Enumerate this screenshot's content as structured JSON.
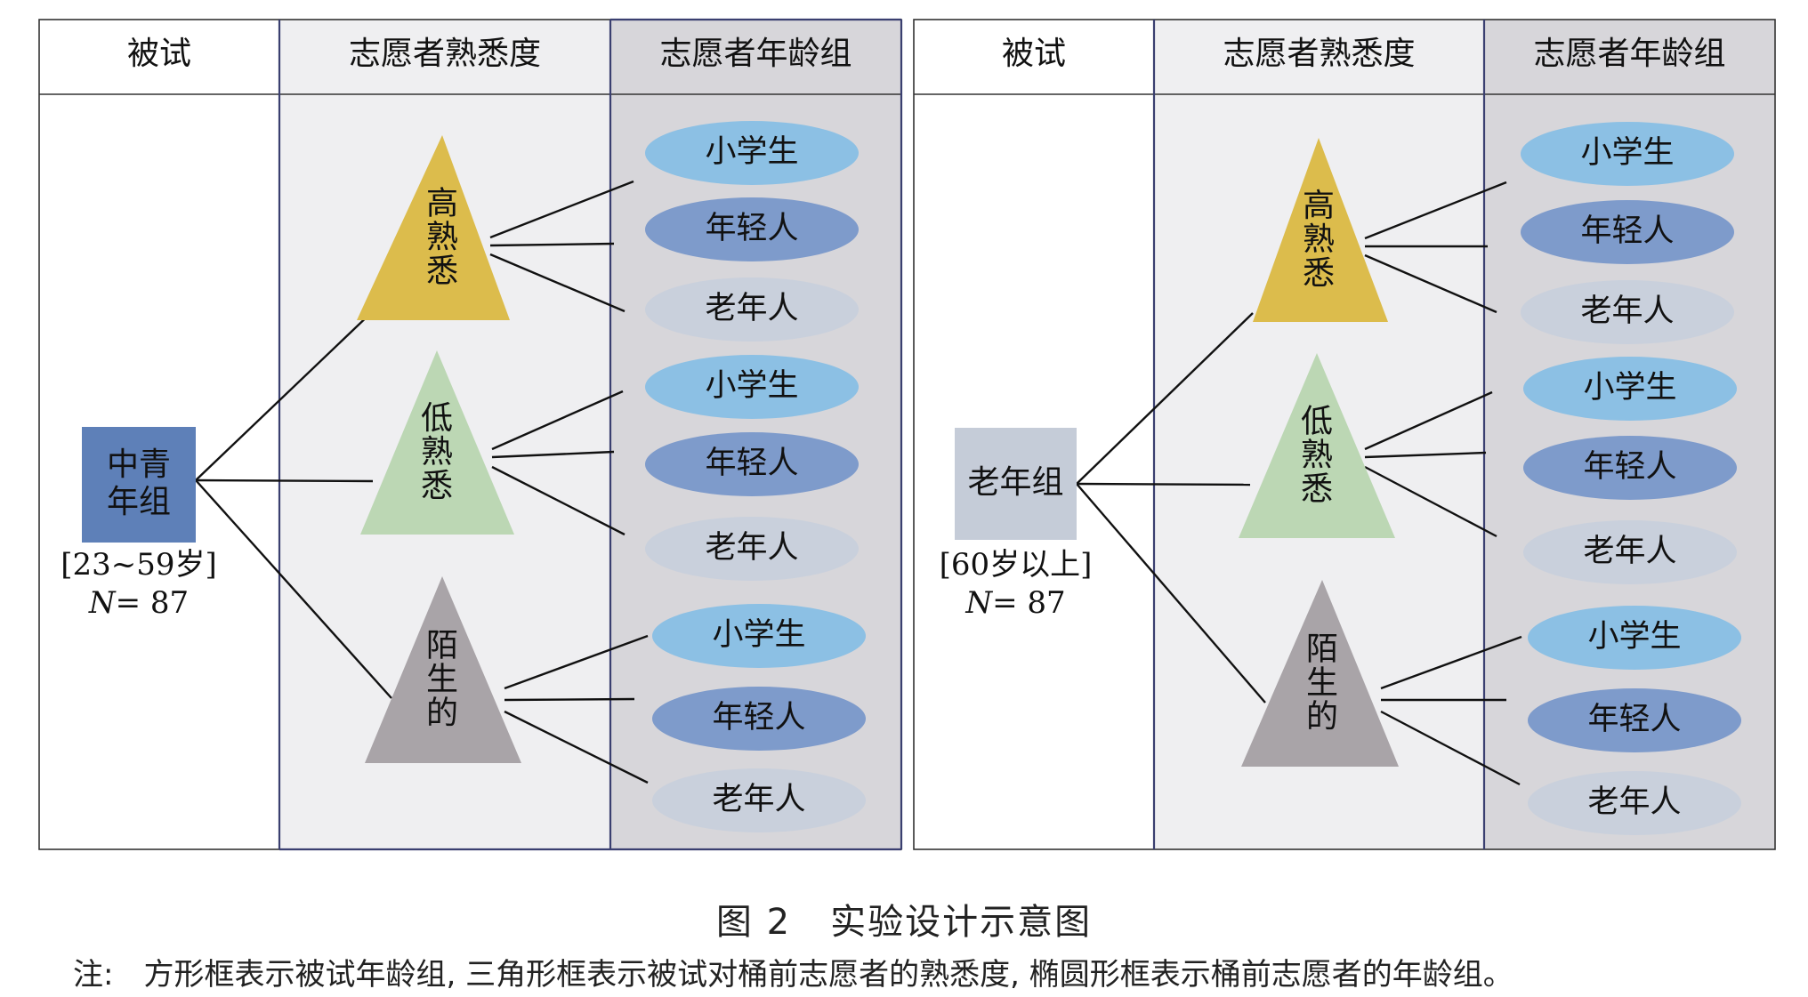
{
  "panels": [
    {
      "headers": [
        "被试",
        "志愿者熟悉度",
        "志愿者年龄组"
      ],
      "subject": {
        "box_lines": [
          "中青",
          "年组"
        ],
        "range": "[23~59岁]",
        "n_symbol": "N",
        "n_value": "= 87"
      },
      "familiarity": [
        {
          "label": [
            "高",
            "熟",
            "悉"
          ],
          "color": "#dcbc4c",
          "ages": [
            "小学生",
            "年轻人",
            "老年人"
          ]
        },
        {
          "label": [
            "低",
            "熟",
            "悉"
          ],
          "color": "#bcd7b4",
          "ages": [
            "小学生",
            "年轻人",
            "老年人"
          ]
        },
        {
          "label": [
            "陌",
            "生",
            "的"
          ],
          "color": "#a9a4a8",
          "ages": [
            "小学生",
            "年轻人",
            "老年人"
          ]
        }
      ]
    },
    {
      "headers": [
        "被试",
        "志愿者熟悉度",
        "志愿者年龄组"
      ],
      "subject": {
        "box_lines": [
          "老年组"
        ],
        "range": "[60岁以上]",
        "n_symbol": "N",
        "n_value": "= 87"
      },
      "familiarity": [
        {
          "label": [
            "高",
            "熟",
            "悉"
          ],
          "color": "#dcbc4c",
          "ages": [
            "小学生",
            "年轻人",
            "老年人"
          ]
        },
        {
          "label": [
            "低",
            "熟",
            "悉"
          ],
          "color": "#bcd7b4",
          "ages": [
            "小学生",
            "年轻人",
            "老年人"
          ]
        },
        {
          "label": [
            "陌",
            "生",
            "的"
          ],
          "color": "#a9a4a8",
          "ages": [
            "小学生",
            "年轻人",
            "老年人"
          ]
        }
      ]
    }
  ],
  "colors": {
    "subject_young_box": "#5e80b8",
    "subject_old_box": "#c5ccd8",
    "ellipse_primary": "#8cc0e4",
    "ellipse_youth": "#7e9bcb",
    "ellipse_elder": "#c9d0dc",
    "col_mid_bg": "#efeff1",
    "col_right_bg": "#d7d6da",
    "border_blue": "#3a3f70"
  },
  "caption": {
    "figure": "图 2",
    "title": "实验设计示意图"
  },
  "note": {
    "label": "注:",
    "text": "方形框表示被试年龄组, 三角形框表示被试对桶前志愿者的熟悉度, 椭圆形框表示桶前志愿者的年龄组。"
  }
}
